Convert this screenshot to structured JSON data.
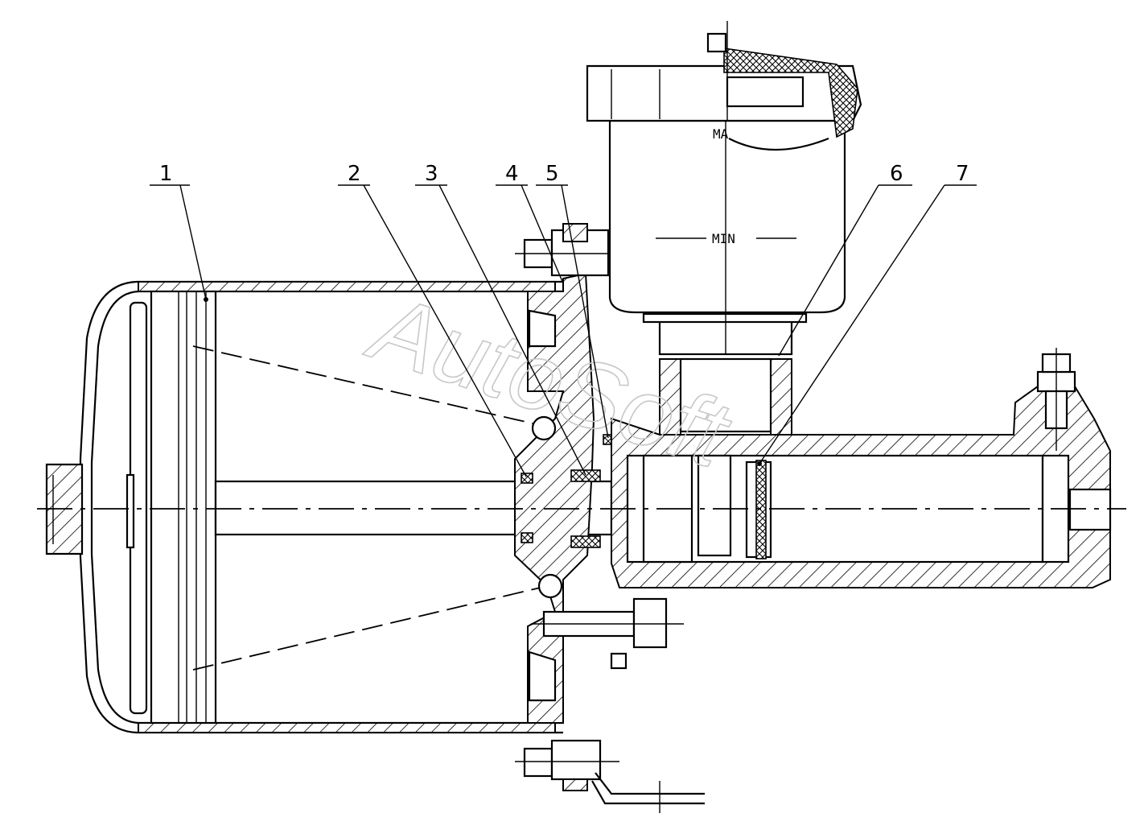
{
  "callouts": [
    {
      "label": "1"
    },
    {
      "label": "2"
    },
    {
      "label": "3"
    },
    {
      "label": "4"
    },
    {
      "label": "5"
    },
    {
      "label": "6"
    },
    {
      "label": "7"
    }
  ],
  "reservoir": {
    "max_label": "MA",
    "min_label": "MIN"
  },
  "watermark": "AutoSoft"
}
